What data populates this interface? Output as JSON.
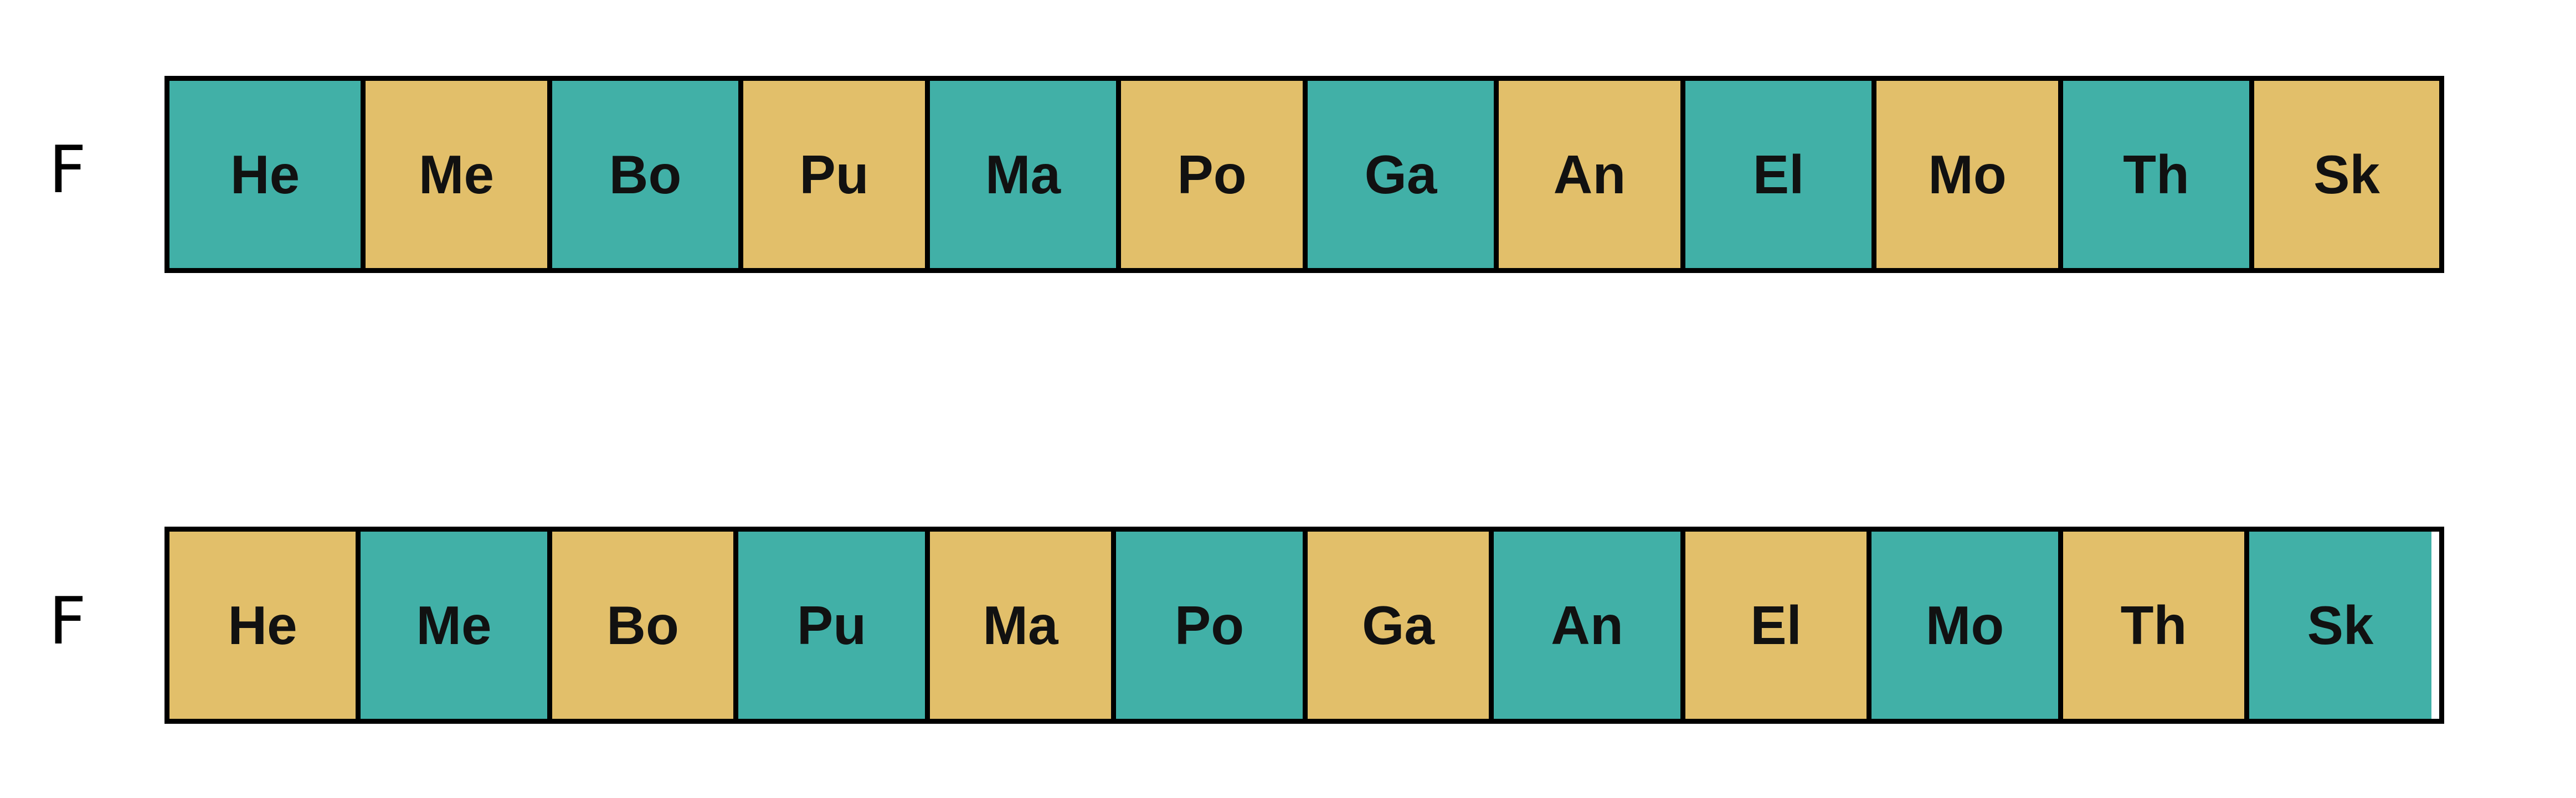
{
  "rows": [
    {
      "label": "F",
      "cells": [
        {
          "text": "He",
          "color": "teal"
        },
        {
          "text": "Me",
          "color": "gold"
        },
        {
          "text": "Bo",
          "color": "teal"
        },
        {
          "text": "Pu",
          "color": "gold"
        },
        {
          "text": "Ma",
          "color": "teal"
        },
        {
          "text": "Po",
          "color": "gold"
        },
        {
          "text": "Ga",
          "color": "teal"
        },
        {
          "text": "An",
          "color": "gold"
        },
        {
          "text": "El",
          "color": "teal"
        },
        {
          "text": "Mo",
          "color": "gold"
        },
        {
          "text": "Th",
          "color": "teal"
        },
        {
          "text": "Sk",
          "color": "gold"
        }
      ]
    },
    {
      "label": "F",
      "cells": [
        {
          "text": "He",
          "color": "gold"
        },
        {
          "text": "Me",
          "color": "teal"
        },
        {
          "text": "Bo",
          "color": "gold"
        },
        {
          "text": "Pu",
          "color": "teal"
        },
        {
          "text": "Ma",
          "color": "gold"
        },
        {
          "text": "Po",
          "color": "teal"
        },
        {
          "text": "Ga",
          "color": "gold"
        },
        {
          "text": "An",
          "color": "teal"
        },
        {
          "text": "El",
          "color": "gold"
        },
        {
          "text": "Mo",
          "color": "teal"
        },
        {
          "text": "Th",
          "color": "gold"
        },
        {
          "text": "Sk",
          "color": "teal"
        }
      ]
    }
  ],
  "colors": {
    "teal": "#41b0a7",
    "gold": "#e2bf6a",
    "border": "#000000",
    "text": "#111111"
  }
}
